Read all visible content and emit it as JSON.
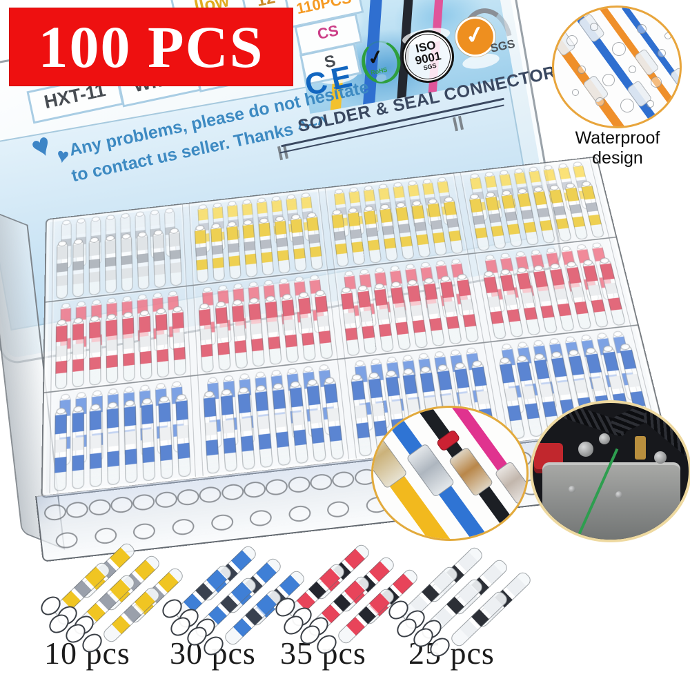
{
  "banner": {
    "text": "100 PCS",
    "bg": "#ee1010",
    "fg": "#ffffff"
  },
  "icons": {
    "check": "✓",
    "heart": "♥"
  },
  "lid": {
    "table_row": {
      "c1": "HXT-11",
      "c2": "White",
      "c3": "2"
    },
    "table_partial": {
      "p1": "llow",
      "p2": "12 -",
      "p3": "110PCS",
      "p4": "CS",
      "p5": "S"
    },
    "message_line1": "Any problems, please do not hesitate",
    "message_line2": "to contact us seller. Thanks ^~^",
    "heading": "SOLDER & SEAL CONNECTORS",
    "certs": {
      "ce": "CE",
      "rohs": "RoHS",
      "iso_top": "ISO",
      "iso_bottom": "9001",
      "iso_sub": "SGS",
      "sgs": "SGS"
    },
    "accent_blue": "#3d85c6"
  },
  "waterproof": {
    "caption": "Waterproof design",
    "border_color": "#e8a53c",
    "wire_orange": "#ef8f2a",
    "wire_blue": "#2f6fd0"
  },
  "box": {
    "rows": [
      {
        "name": "back-row",
        "compartments": [
          {
            "color": "#e0e4e7",
            "band": "#b2b8bf"
          },
          {
            "color": "#eed052",
            "band": "#b9bec6"
          },
          {
            "color": "#eed052",
            "band": "#b9bec6"
          },
          {
            "color": "#eed052",
            "band": "#b9bec6"
          }
        ]
      },
      {
        "name": "middle-row",
        "compartments": [
          {
            "color": "#e2697b",
            "band": "#ebedef"
          },
          {
            "color": "#e2697b",
            "band": "#ebedef"
          },
          {
            "color": "#e2697b",
            "band": "#ebedef"
          },
          {
            "color": "#e2697b",
            "band": "#ebedef"
          }
        ]
      },
      {
        "name": "front-row",
        "compartments": [
          {
            "color": "#5b85d2",
            "band": "#eef0f2"
          },
          {
            "color": "#5b85d2",
            "band": "#eef0f2"
          },
          {
            "color": "#5b85d2",
            "band": "#eef0f2"
          },
          {
            "color": "#5b85d2",
            "band": "#eef0f2"
          }
        ]
      }
    ],
    "capsules_per_rank": 8
  },
  "bundles": [
    {
      "label": "10 pcs",
      "color": "#f0c522",
      "band": "#9aa0ab"
    },
    {
      "label": "30 pcs",
      "color": "#3f7fd6",
      "band": "#39414f"
    },
    {
      "label": "35 pcs",
      "color": "#e8445a",
      "band": "#24262e"
    },
    {
      "label": "25 pcs",
      "color": "#edf0f3",
      "band": "#2c2f36"
    }
  ]
}
